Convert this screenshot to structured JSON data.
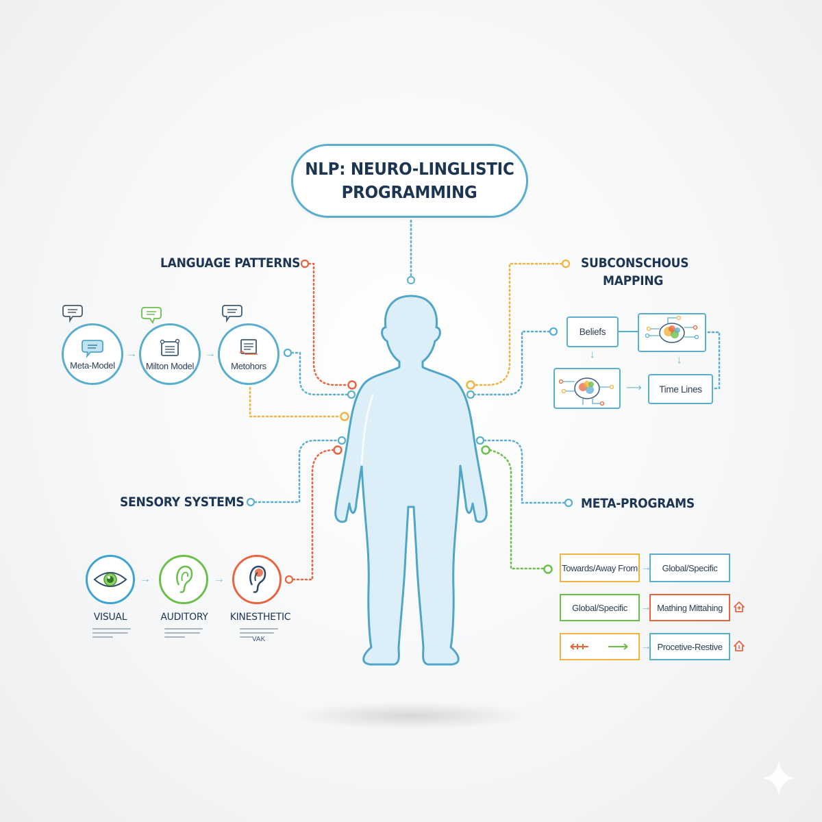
{
  "title": {
    "line1": "NLP: NEURO-LINGLISTIC",
    "line2": "PROGRAMMING"
  },
  "sections": {
    "language_patterns": {
      "heading": "LANGUAGE PATTERNS",
      "color": "#e8643f",
      "items": [
        {
          "label": "Meta-Model",
          "icon": "speech-bubble-icon"
        },
        {
          "label": "Milton Model",
          "icon": "document-icon"
        },
        {
          "label": "Metohors",
          "icon": "note-icon"
        }
      ]
    },
    "subconscious_mapping": {
      "heading_line1": "SUBCONSCHOUS",
      "heading_line2": "MAPPING",
      "color": "#f2b23e",
      "items": [
        {
          "label": "Beliefs"
        },
        {
          "label": "",
          "icon": "brain-circuit-icon"
        },
        {
          "label": "",
          "icon": "brain-circuit-icon"
        },
        {
          "label": "Time Lines"
        }
      ]
    },
    "sensory_systems": {
      "heading": "SENSORY SYSTEMS",
      "color": "#5aaecd",
      "items": [
        {
          "label": "VISUAL",
          "icon": "eye-icon",
          "color": "#3da3d1"
        },
        {
          "label": "AUDITORY",
          "icon": "ear-icon",
          "color": "#6abf4b"
        },
        {
          "label": "KINESTHETIC",
          "icon": "ear-touch-icon",
          "color": "#e8643f",
          "note": "VAK"
        }
      ]
    },
    "meta_programs": {
      "heading": "META-PROGRAMS",
      "color": "#6abf4b",
      "rows": [
        {
          "left": "Towards/Away From",
          "left_color": "#f2b23e",
          "right": "Global/Specific",
          "right_color": "#5aaecd"
        },
        {
          "left": "Global/Specific",
          "left_color": "#6abf4b",
          "right": "Mathing Mittahing",
          "right_color": "#e8643f",
          "icon": "house-icon"
        },
        {
          "left": "",
          "left_color": "#f2b23e",
          "right": "Procetive-Restive",
          "right_color": "#5aaecd",
          "icon": "house-icon"
        }
      ]
    }
  },
  "colors": {
    "primary": "#5aaecd",
    "dark_text": "#1c3553",
    "orange": "#e8643f",
    "yellow": "#f2b23e",
    "green": "#6abf4b",
    "body_fill": "#dcEEF7"
  }
}
